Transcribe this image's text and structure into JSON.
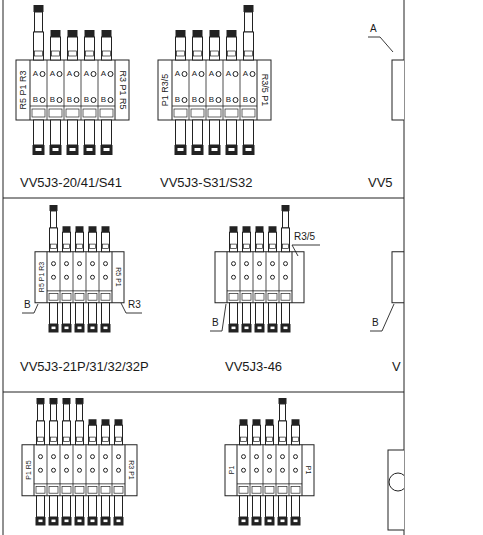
{
  "diagram": {
    "labels": [
      "R5 P1 R3",
      "R3 P1 R5",
      "A",
      "B",
      "A",
      "B",
      "A",
      "B",
      "A",
      "B",
      "A",
      "B",
      "P1 R3/5",
      "R3/5 P1",
      "A",
      "B",
      "A",
      "B",
      "A",
      "B",
      "A",
      "B",
      "A",
      "B",
      "A",
      "VV5J3-20/41/S41",
      "VV5J3-S31/S32",
      "VV5",
      "R5 P1 R3",
      "R5 P1",
      "B",
      "R3",
      "R3/5",
      "B",
      "B",
      "VV5J3-21P/31/32/32P",
      "VV5J3-46",
      "V",
      "P1 R5",
      "R3 P1",
      "P1",
      "P1"
    ]
  }
}
